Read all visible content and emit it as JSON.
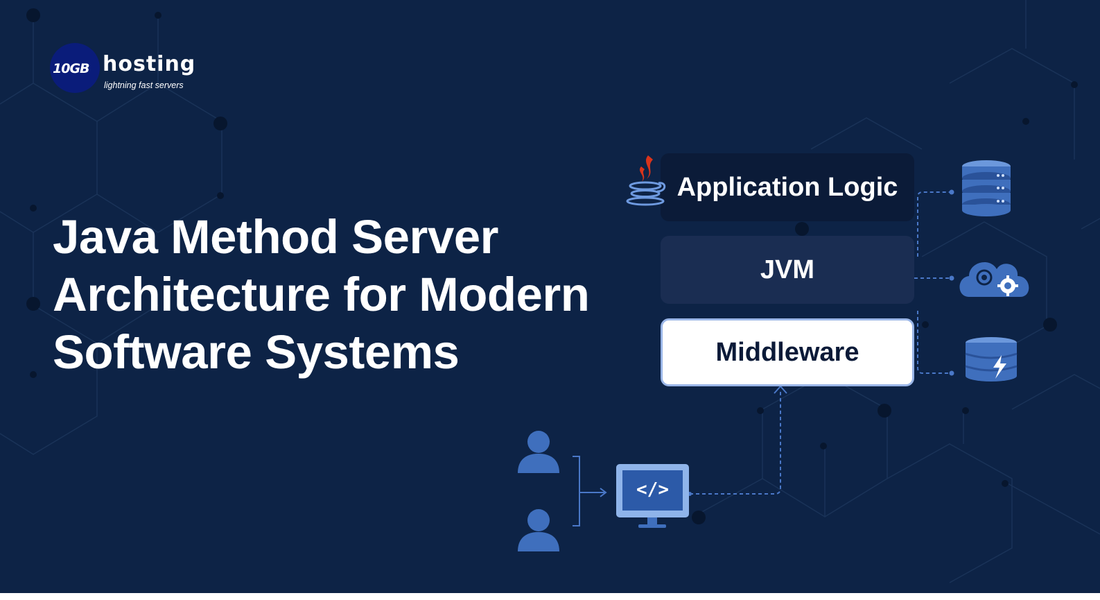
{
  "brand": {
    "mark": "10GB",
    "name": "hosting",
    "tagline": "lightning fast servers"
  },
  "headline": {
    "line1": "Java Method Server",
    "line2": "Architecture for Modern",
    "line3": "Software Systems"
  },
  "layers": {
    "app": "Application Logic",
    "jvm": "JVM",
    "middleware": "Middleware"
  },
  "client": {
    "code_glyph": "</>"
  },
  "icons": [
    "java-logo-icon",
    "database-server-icon",
    "cloud-settings-icon",
    "storage-power-icon",
    "user-icon",
    "monitor-code-icon"
  ],
  "colors": {
    "background": "#0d2346",
    "accent": "#4a78c8",
    "icon_blue": "#3f6fbd",
    "java_red": "#d9341b"
  }
}
